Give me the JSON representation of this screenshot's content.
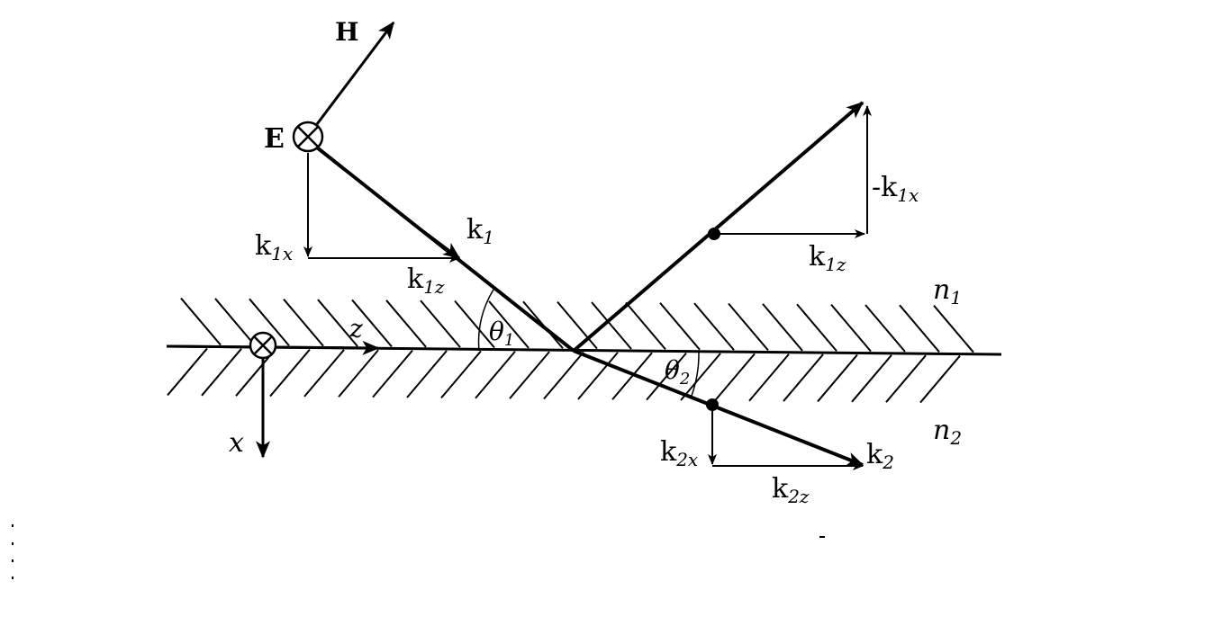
{
  "labels": {
    "H": "H",
    "E": "E",
    "k1x": "k1x",
    "k1": "k1",
    "k1z_left": "k1z",
    "minus_k1x": "-k1x",
    "k1z_right": "k1z",
    "n1": "n1",
    "n2": "n2",
    "z": "z",
    "x": "x",
    "theta1": "θ1",
    "theta2": "θ2",
    "k2x": "k2x",
    "k2": "k2",
    "k2z": "k2z"
  },
  "labelParts": {
    "k1x": {
      "base": "k",
      "sub": "1x"
    },
    "k1": {
      "base": "k",
      "sub": "1"
    },
    "k1zL": {
      "base": "k",
      "sub": "1z"
    },
    "mk1x": {
      "base": "-k",
      "sub": "1x"
    },
    "k1zR": {
      "base": "k",
      "sub": "1z"
    },
    "n1": {
      "base": "n",
      "sub": "1"
    },
    "n2": {
      "base": "n",
      "sub": "2"
    },
    "theta1": {
      "base": "θ",
      "sub": "1"
    },
    "theta2": {
      "base": "θ",
      "sub": "2"
    },
    "k2x": {
      "base": "k",
      "sub": "2x"
    },
    "k2": {
      "base": "k",
      "sub": "2"
    },
    "k2z": {
      "base": "k",
      "sub": "2z"
    }
  },
  "colors": {
    "ink": "#000000",
    "background": "#ffffff"
  }
}
